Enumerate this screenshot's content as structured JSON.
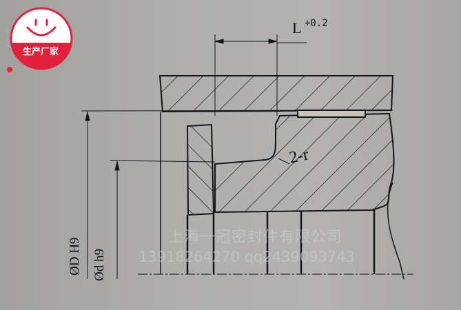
{
  "badge": {
    "text": "生产厂家",
    "color": "#e0203c"
  },
  "drawing": {
    "tolerance_symbol": "L",
    "tolerance_value": "+0.2",
    "radius_label": "2-r",
    "outer_diameter_label": "ØD H9",
    "inner_diameter_label": "Ød h9"
  },
  "watermark": {
    "company": "上海一冠密封件有限公司",
    "contact": "13918264270 qq2439093743"
  }
}
